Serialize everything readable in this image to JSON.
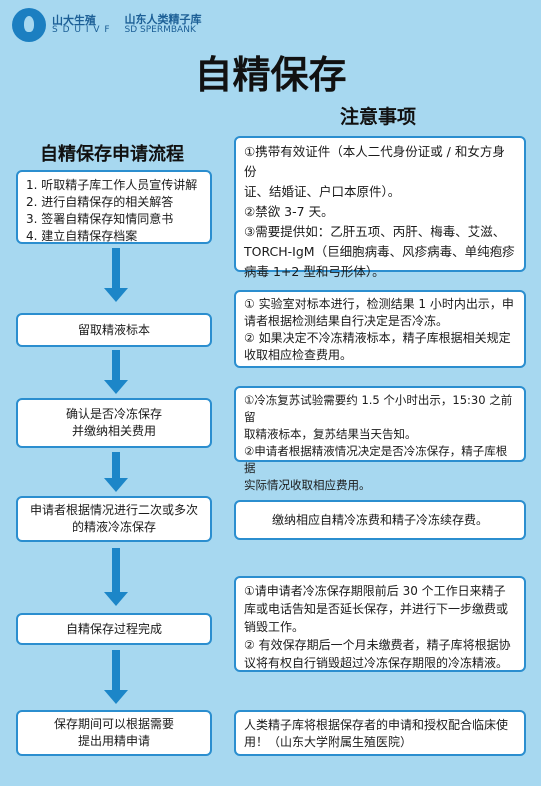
{
  "header": {
    "logo_cn": "山大生殖",
    "logo_en": "S D U I V F",
    "bank_cn": "山东人类精子库",
    "bank_en": "SD SPERMBANK"
  },
  "title": "自精保存",
  "notice_title": "注意事项",
  "flow_title": "自精保存申请流程",
  "colors": {
    "background": "#a7d8f0",
    "border": "#2b8ecf",
    "arrow": "#1c86c8"
  },
  "steps": [
    {
      "lines": [
        "1. 听取精子库工作人员宣传讲解",
        "2. 进行自精保存的相关解答",
        "3. 签署自精保存知情同意书",
        "4. 建立自精保存档案"
      ]
    },
    {
      "lines": [
        "留取精液标本"
      ]
    },
    {
      "lines": [
        "确认是否冷冻保存",
        "并缴纳相关费用"
      ]
    },
    {
      "lines": [
        "申请者根据情况进行二次或多次",
        "的精液冷冻保存"
      ]
    },
    {
      "lines": [
        "自精保存过程完成"
      ]
    },
    {
      "lines": [
        "保存期间可以根据需要",
        "提出用精申请"
      ]
    }
  ],
  "notes": [
    {
      "lines": [
        "①携带有效证件（本人二代身份证或 / 和女方身份",
        "证、结婚证、户口本原件）。",
        "②禁欲 3-7 天。",
        "③需要提供如：乙肝五项、丙肝、梅毒、艾滋、",
        "TORCH-IgM（巨细胞病毒、风疹病毒、单纯疱疹",
        "病毒 1+2 型和弓形体）。"
      ]
    },
    {
      "lines": [
        "① 实验室对标本进行，检测结果 1 小时内出示，申",
        "请者根据检测结果自行决定是否冷冻。",
        "② 如果决定不冷冻精液标本，精子库根据相关规定",
        "收取相应检查费用。"
      ]
    },
    {
      "lines": [
        "①冷冻复苏试验需要约 1.5 个小时出示，15:30 之前留",
        "取精液标本，复苏结果当天告知。",
        "②申请者根据精液情况决定是否冷冻保存，精子库根据",
        "实际情况收取相应费用。"
      ]
    },
    {
      "lines": [
        "缴纳相应自精冷冻费和精子冷冻续存费。"
      ]
    },
    {
      "lines": [
        "①请申请者冷冻保存期限前后 30 个工作日来精子",
        "库或电话告知是否延长保存，并进行下一步缴费或",
        "销毁工作。",
        "② 有效保存期后一个月未缴费者，精子库将根据协",
        "议将有权自行销毁超过冷冻保存期限的冷冻精液。"
      ]
    },
    {
      "lines": [
        "人类精子库将根据保存者的申请和授权配合临床使",
        "用！（山东大学附属生殖医院）"
      ]
    }
  ]
}
